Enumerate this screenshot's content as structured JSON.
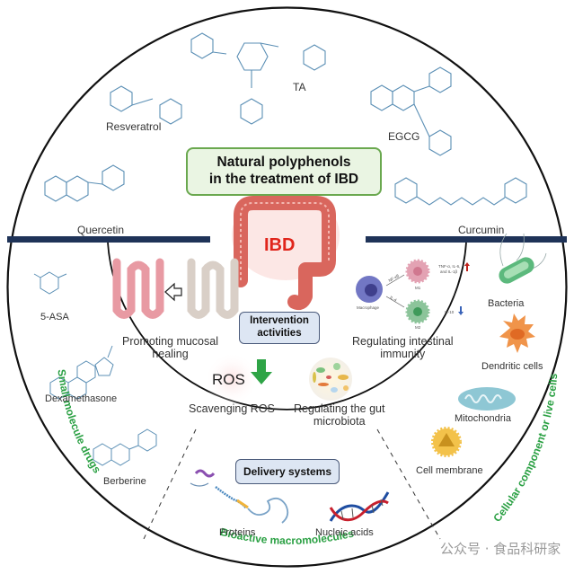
{
  "title": {
    "line1": "Natural polyphenols",
    "line2": "in the treatment of IBD"
  },
  "center": {
    "disease_label": "IBD"
  },
  "polyphenols": [
    {
      "name": "Resveratrol"
    },
    {
      "name": "TA"
    },
    {
      "name": "EGCG"
    },
    {
      "name": "Quercetin"
    },
    {
      "name": "Curcumin"
    }
  ],
  "intervention": {
    "box_line1": "Intervention",
    "box_line2": "activities",
    "activities": {
      "mucosal": {
        "line1": "Promoting mucosal",
        "line2": "healing"
      },
      "immunity": {
        "line1": "Regulating intestinal",
        "line2": "immunity"
      },
      "ros": {
        "label": "Scavenging ROS",
        "ros_text": "ROS"
      },
      "microbiota": {
        "line1": "Regulating the gut",
        "line2": "microbiota"
      }
    },
    "immune_diagram": {
      "macrophage": "Macrophage",
      "nfkb": "NF-κB",
      "il4": "IL-4",
      "m1": "M1",
      "m2": "M2",
      "m1_output_line1": "TNF-α, IL-6,",
      "m1_output_line2": "and IL-1β",
      "m2_output": "IL-10"
    }
  },
  "delivery": {
    "box_label": "Delivery systems",
    "small_molecule": {
      "category": "Small molecule drugs",
      "items": [
        "5-ASA",
        "Dexamethasone",
        "Berberine"
      ]
    },
    "macromolecules": {
      "category": "Bioactive macromolecules",
      "items": [
        "Proteins",
        "Nucleic acids"
      ]
    },
    "cellular": {
      "category": "Cellular component or live cells",
      "items": [
        "Bacteria",
        "Dendritic cells",
        "Mitochondria",
        "Cell membrane"
      ]
    }
  },
  "colors": {
    "category_green": "#2aa043",
    "title_box_fill": "#eaf5e3",
    "title_box_border": "#6aa84f",
    "activity_box_fill": "#dde6f3",
    "divider_navy": "#1f3358",
    "ibd_red": "#e0251b",
    "molecule_blue": "#5b8fb5"
  },
  "watermark": "公众号 · 食品科研家"
}
